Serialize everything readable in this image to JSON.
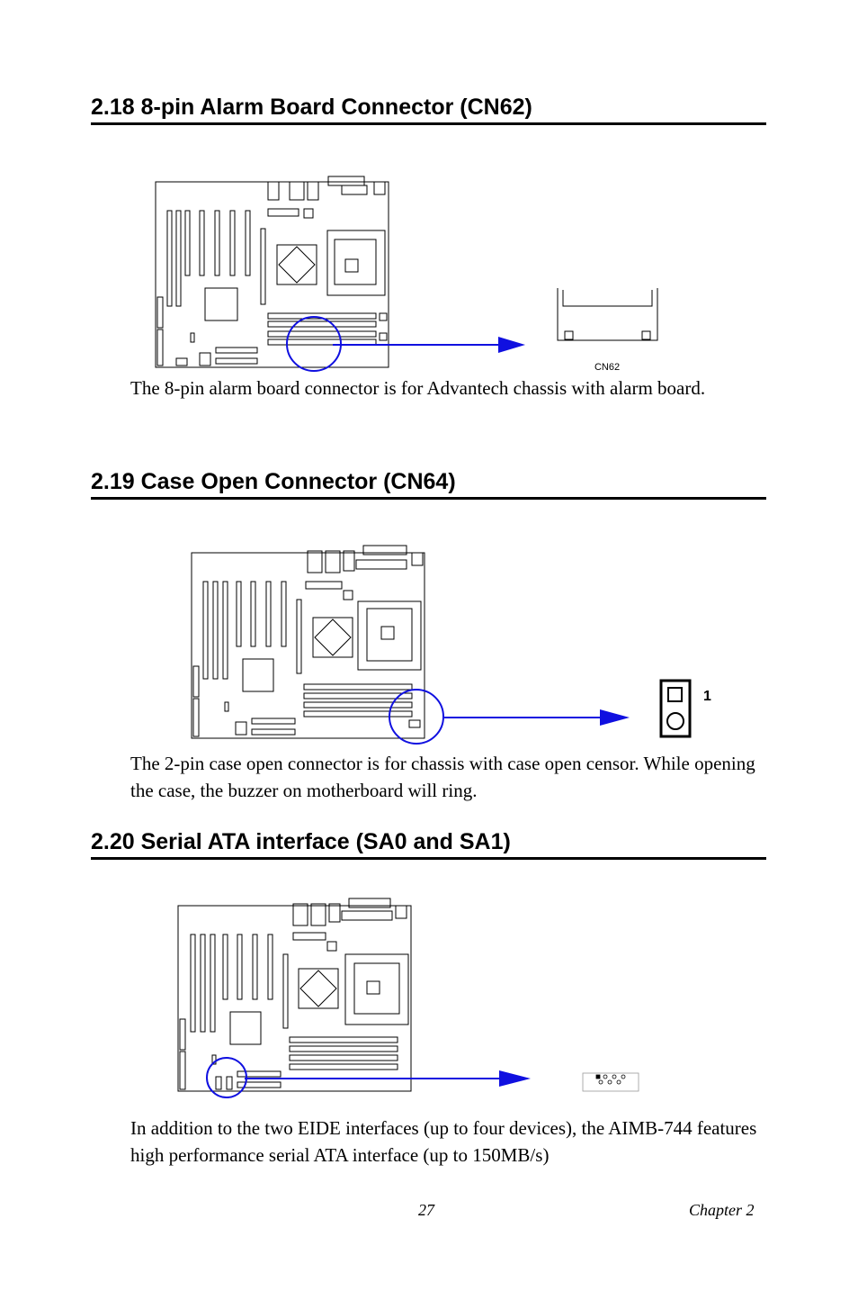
{
  "sections": [
    {
      "title": "2.18  8-pin Alarm Board Connector (CN62)",
      "body": "The 8-pin alarm board connector is for Advantech chassis with alarm board.",
      "figure_label": "CN62"
    },
    {
      "title": "2.19  Case Open Connector (CN64)",
      "body": "The 2-pin case open connector is for chassis with case open censor. While opening the case, the buzzer on motherboard will ring.",
      "figure_label": "1"
    },
    {
      "title": "2.20  Serial ATA interface (SA0 and SA1)",
      "body": "In addition to the two EIDE interfaces (up to four devices), the AIMB-744 features high performance serial ATA interface (up to 150MB/s)"
    }
  ],
  "footer": {
    "page_number": "27",
    "chapter": "Chapter 2"
  },
  "colors": {
    "highlight": "#1010e0",
    "text": "#000000"
  }
}
